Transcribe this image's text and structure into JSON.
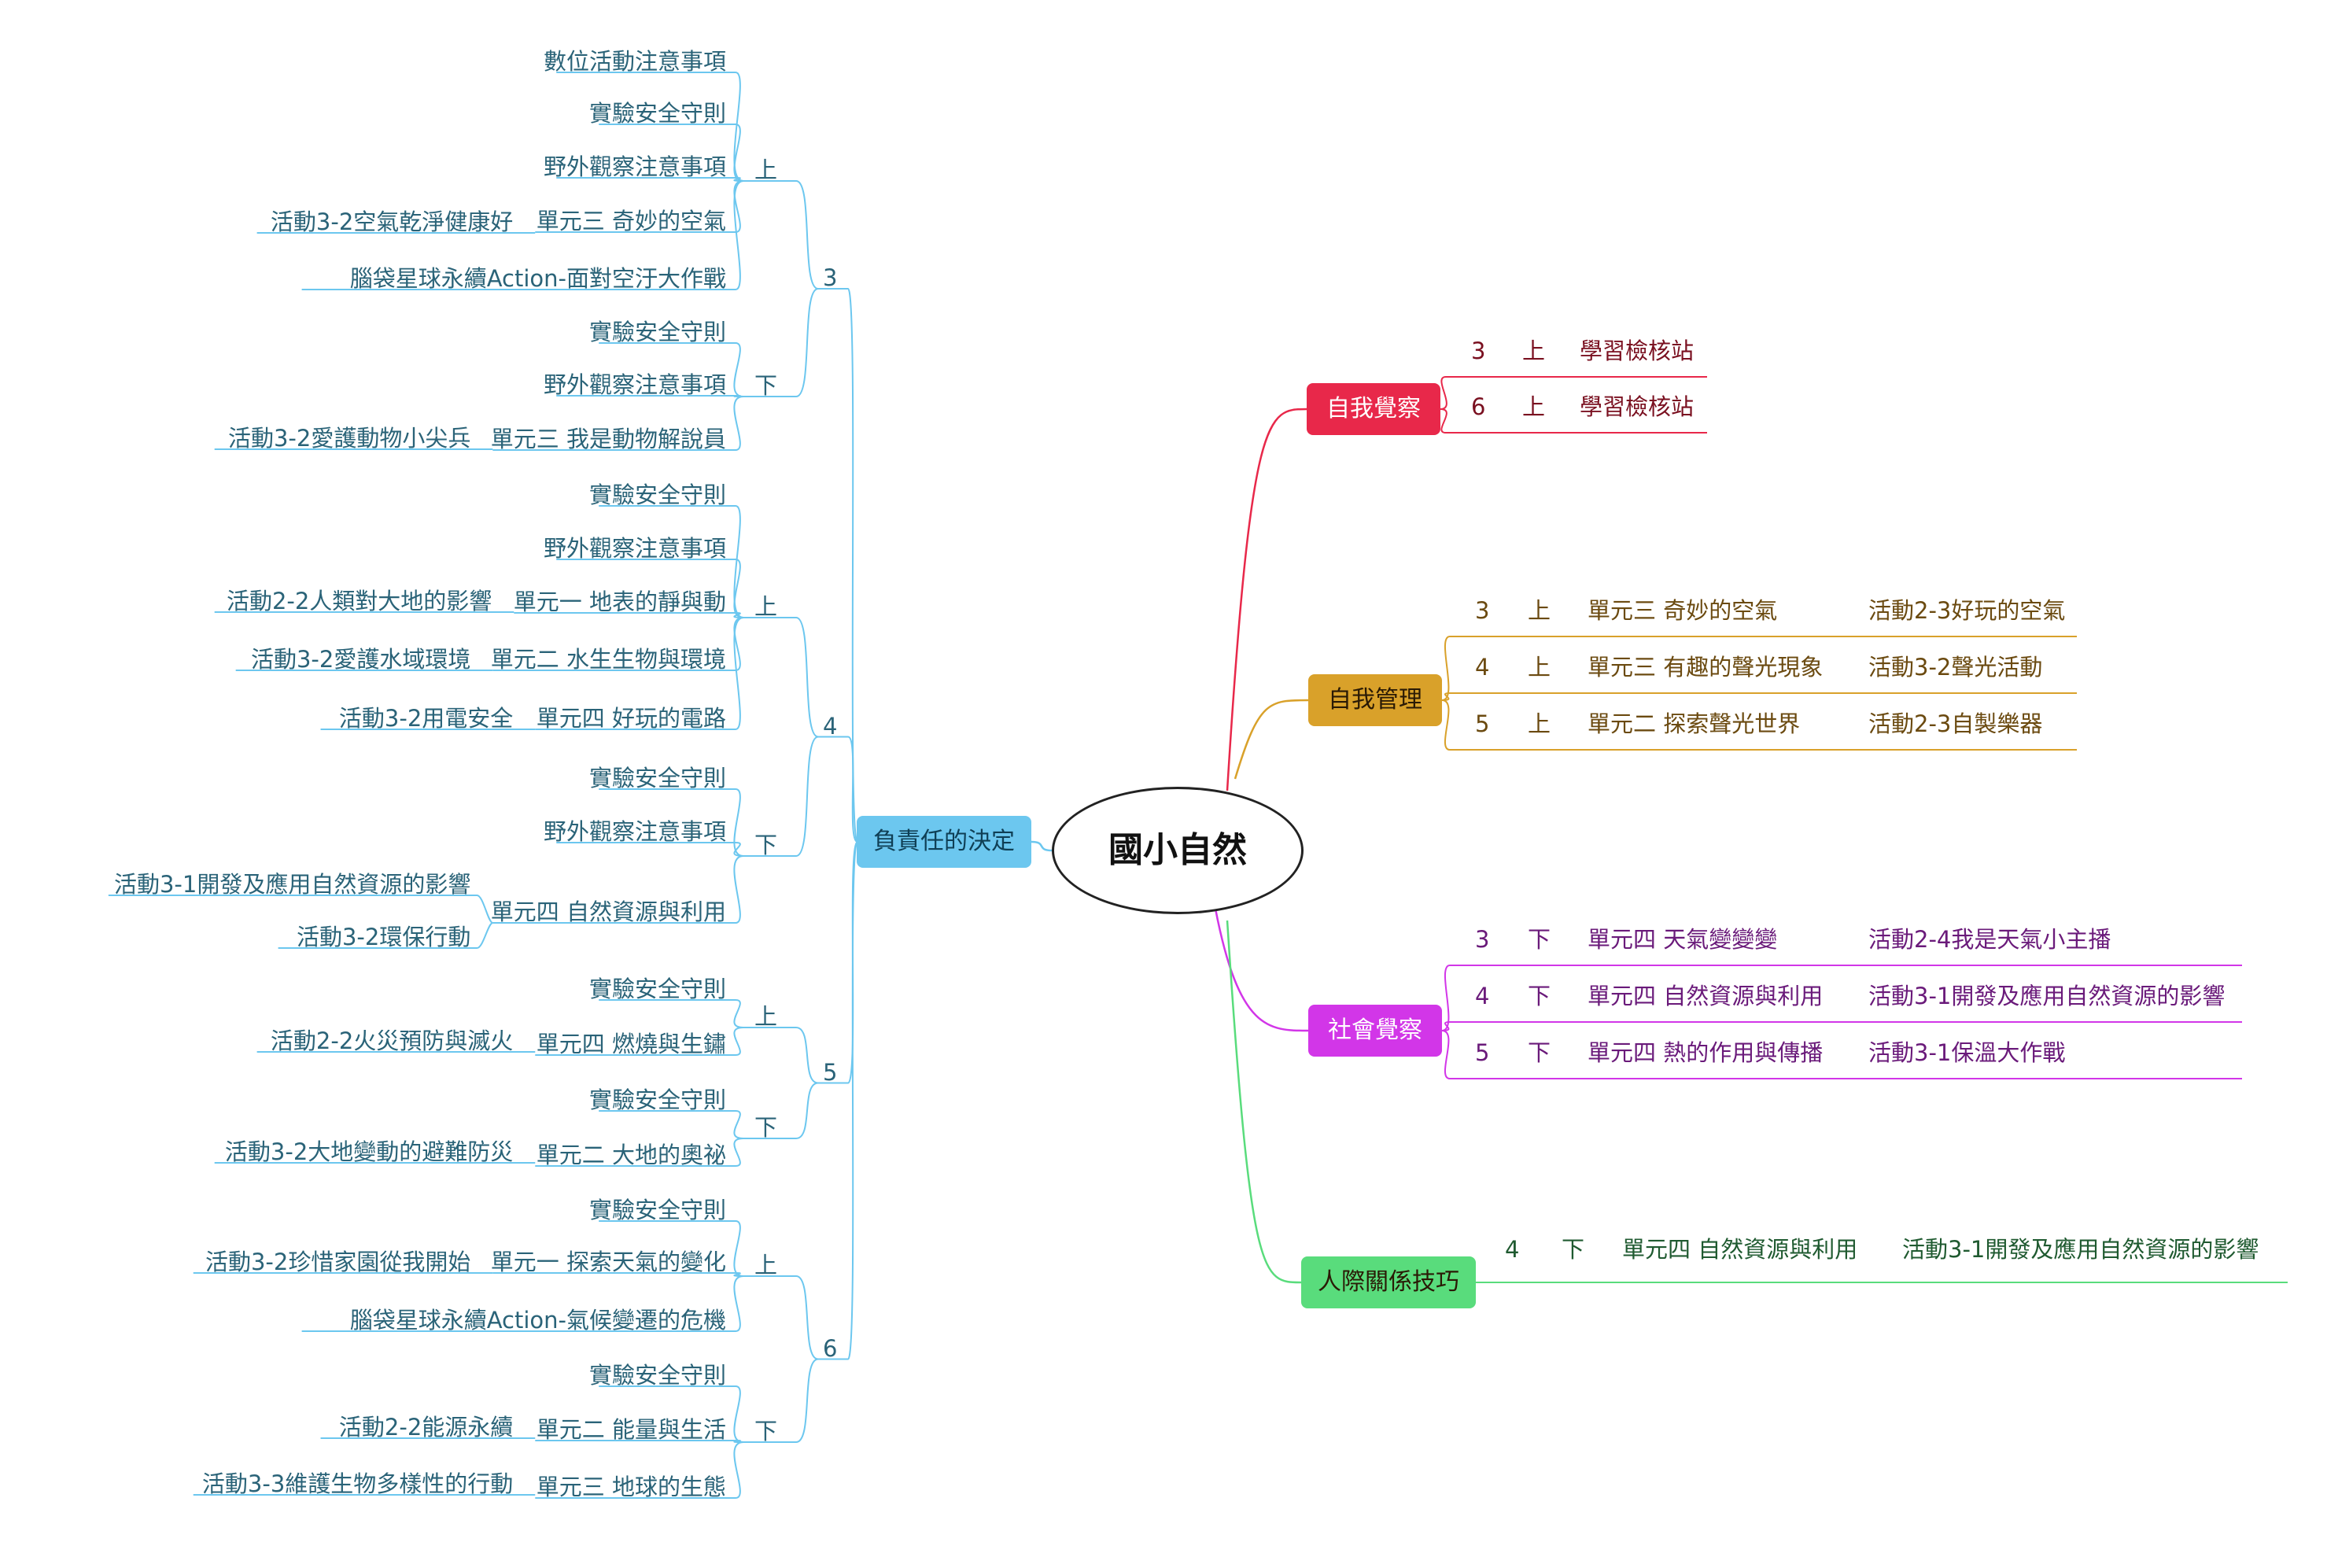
{
  "root": {
    "label": "國小自然"
  },
  "colors": {
    "responsible": "#6cc7ef",
    "self_awareness": "#e8284a",
    "self_management": "#d9a12a",
    "social_awareness": "#d236e8",
    "interpersonal": "#59dc7c"
  },
  "left_branch": {
    "label": "負責任的決定",
    "grades": [
      {
        "grade": "3",
        "terms": [
          {
            "term": "上",
            "items": [
              {
                "text": "數位活動注意事項"
              },
              {
                "text": "實驗安全守則"
              },
              {
                "text": "野外觀察注意事項"
              },
              {
                "text": "單元三 奇妙的空氣",
                "subs": [
                  "活動3-2空氣乾淨健康好"
                ]
              },
              {
                "text": "腦袋星球永續Action-面對空汙大作戰"
              }
            ]
          },
          {
            "term": "下",
            "items": [
              {
                "text": "實驗安全守則"
              },
              {
                "text": "野外觀察注意事項"
              },
              {
                "text": "單元三 我是動物解說員",
                "subs": [
                  "活動3-2愛護動物小尖兵"
                ]
              }
            ]
          }
        ]
      },
      {
        "grade": "4",
        "terms": [
          {
            "term": "上",
            "items": [
              {
                "text": "實驗安全守則"
              },
              {
                "text": "野外觀察注意事項"
              },
              {
                "text": "單元一 地表的靜與動",
                "subs": [
                  "活動2-2人類對大地的影響"
                ]
              },
              {
                "text": "單元二 水生生物與環境",
                "subs": [
                  "活動3-2愛護水域環境"
                ]
              },
              {
                "text": "單元四 好玩的電路",
                "subs": [
                  "活動3-2用電安全"
                ]
              }
            ]
          },
          {
            "term": "下",
            "items": [
              {
                "text": "實驗安全守則"
              },
              {
                "text": "野外觀察注意事項"
              },
              {
                "text": "單元四 自然資源與利用",
                "subs": [
                  "活動3-1開發及應用自然資源的影響",
                  "活動3-2環保行動"
                ]
              }
            ]
          }
        ]
      },
      {
        "grade": "5",
        "terms": [
          {
            "term": "上",
            "items": [
              {
                "text": "實驗安全守則"
              },
              {
                "text": "單元四 燃燒與生鏽",
                "subs": [
                  "活動2-2火災預防與滅火"
                ]
              }
            ]
          },
          {
            "term": "下",
            "items": [
              {
                "text": "實驗安全守則"
              },
              {
                "text": "單元二 大地的奧祕",
                "subs": [
                  "活動3-2大地變動的避難防災"
                ]
              }
            ]
          }
        ]
      },
      {
        "grade": "6",
        "terms": [
          {
            "term": "上",
            "items": [
              {
                "text": "實驗安全守則"
              },
              {
                "text": "單元一 探索天氣的變化",
                "subs": [
                  "活動3-2珍惜家園從我開始"
                ]
              },
              {
                "text": "腦袋星球永續Action-氣候變遷的危機"
              }
            ]
          },
          {
            "term": "下",
            "items": [
              {
                "text": "實驗安全守則"
              },
              {
                "text": "單元二 能量與生活",
                "subs": [
                  "活動2-2能源永續"
                ]
              },
              {
                "text": "單元三 地球的生態",
                "subs": [
                  "活動3-3維護生物多樣性的行動"
                ]
              }
            ]
          }
        ]
      }
    ]
  },
  "right_branches": [
    {
      "key": "self_awareness",
      "label": "自我覺察",
      "text_color": "#7a1020",
      "rows": [
        {
          "grade": "3",
          "term": "上",
          "unit": "學習檢核站",
          "activity": ""
        },
        {
          "grade": "6",
          "term": "上",
          "unit": "學習檢核站",
          "activity": ""
        }
      ]
    },
    {
      "key": "self_management",
      "label": "自我管理",
      "text_color": "#6b4a10",
      "rows": [
        {
          "grade": "3",
          "term": "上",
          "unit": "單元三 奇妙的空氣",
          "activity": "活動2-3好玩的空氣"
        },
        {
          "grade": "4",
          "term": "上",
          "unit": "單元三 有趣的聲光現象",
          "activity": "活動3-2聲光活動"
        },
        {
          "grade": "5",
          "term": "上",
          "unit": "單元二 探索聲光世界",
          "activity": "活動2-3自製樂器"
        }
      ]
    },
    {
      "key": "social_awareness",
      "label": "社會覺察",
      "text_color": "#6a1a7a",
      "rows": [
        {
          "grade": "3",
          "term": "下",
          "unit": "單元四 天氣變變變",
          "activity": "活動2-4我是天氣小主播"
        },
        {
          "grade": "4",
          "term": "下",
          "unit": "單元四 自然資源與利用",
          "activity": "活動3-1開發及應用自然資源的影響"
        },
        {
          "grade": "5",
          "term": "下",
          "unit": "單元四 熱的作用與傳播",
          "activity": "活動3-1保溫大作戰"
        }
      ]
    },
    {
      "key": "interpersonal",
      "label": "人際關係技巧",
      "text_color": "#1f5a30",
      "rows": [
        {
          "grade": "4",
          "term": "下",
          "unit": "單元四 自然資源與利用",
          "activity": "活動3-1開發及應用自然資源的影響"
        }
      ]
    }
  ]
}
